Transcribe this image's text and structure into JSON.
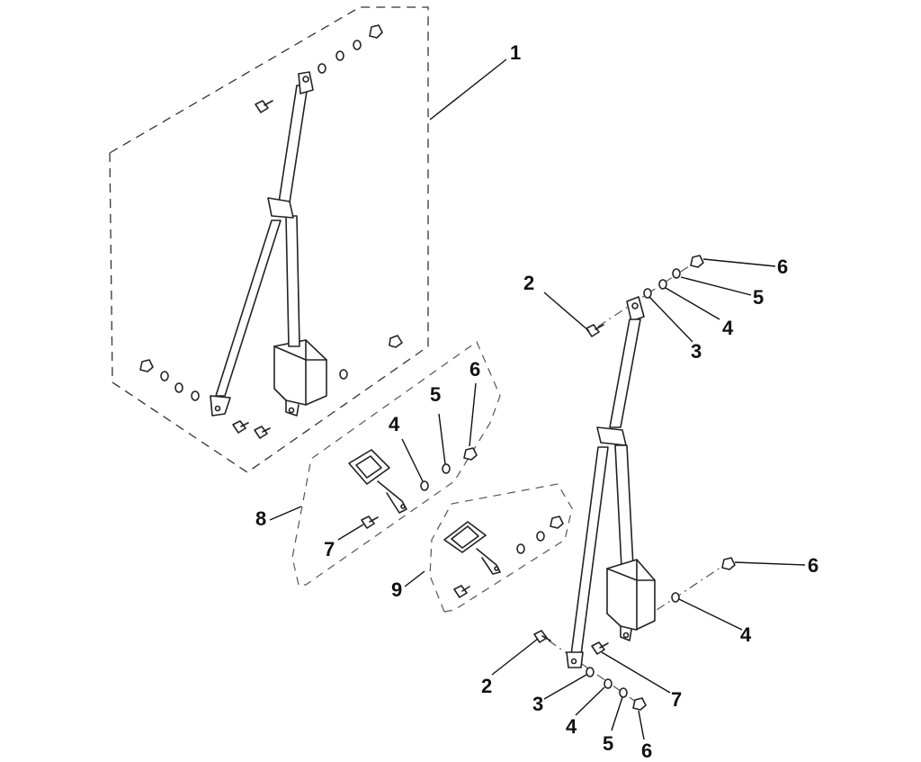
{
  "diagram": {
    "callouts": [
      {
        "id": "c1",
        "label": "1"
      },
      {
        "id": "c2a",
        "label": "2"
      },
      {
        "id": "c3a",
        "label": "3"
      },
      {
        "id": "c4a",
        "label": "4"
      },
      {
        "id": "c5a",
        "label": "5"
      },
      {
        "id": "c6a",
        "label": "6"
      },
      {
        "id": "c6b",
        "label": "6"
      },
      {
        "id": "c4b",
        "label": "4"
      },
      {
        "id": "c7a",
        "label": "7"
      },
      {
        "id": "c2b",
        "label": "2"
      },
      {
        "id": "c3b",
        "label": "3"
      },
      {
        "id": "c4c",
        "label": "4"
      },
      {
        "id": "c5b",
        "label": "5"
      },
      {
        "id": "c6c",
        "label": "6"
      },
      {
        "id": "c4d",
        "label": "4"
      },
      {
        "id": "c5c",
        "label": "5"
      },
      {
        "id": "c6d",
        "label": "6"
      },
      {
        "id": "c8",
        "label": "8"
      },
      {
        "id": "c7b",
        "label": "7"
      },
      {
        "id": "c9",
        "label": "9"
      }
    ]
  }
}
